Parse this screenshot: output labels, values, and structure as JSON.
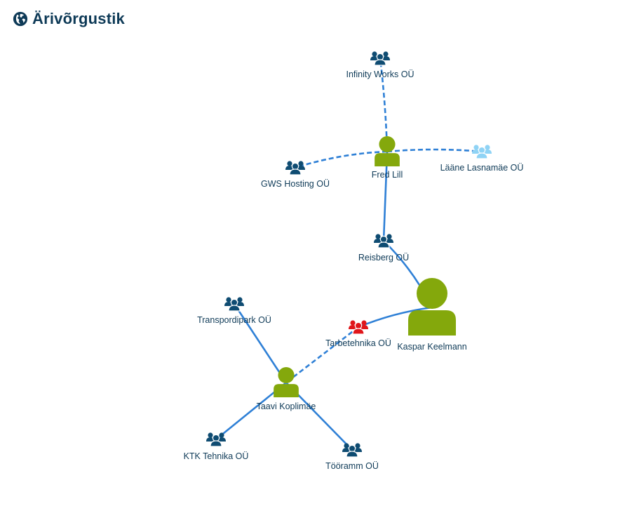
{
  "header": {
    "title": "Ärivõrgustik",
    "icon": "globe-icon"
  },
  "colors": {
    "person": "#84a80c",
    "company": "#0f4c72",
    "company_inactive": "#8fd3f5",
    "company_alert": "#e0161b",
    "edge": "#2f80d6",
    "label": "#0e3a57"
  },
  "nodes": [
    {
      "id": "infinity",
      "label": "Infinity Works OÜ",
      "kind": "company",
      "icon": "group-icon"
    },
    {
      "id": "fred",
      "label": "Fred Lill",
      "kind": "person",
      "icon": "person-icon"
    },
    {
      "id": "gws",
      "label": "GWS Hosting OÜ",
      "kind": "company",
      "icon": "group-icon"
    },
    {
      "id": "laane",
      "label": "Lääne Lasnamäe OÜ",
      "kind": "company_inactive",
      "icon": "group-icon"
    },
    {
      "id": "reisberg",
      "label": "Reisberg OÜ",
      "kind": "company",
      "icon": "group-icon"
    },
    {
      "id": "kaspar",
      "label": "Kaspar Keelmann",
      "kind": "person",
      "icon": "person-icon",
      "focus": true
    },
    {
      "id": "tarbe",
      "label": "Tarbetehnika OÜ",
      "kind": "company_alert",
      "icon": "group-icon"
    },
    {
      "id": "transpordi",
      "label": "Transpordipark OÜ",
      "kind": "company",
      "icon": "group-icon"
    },
    {
      "id": "taavi",
      "label": "Taavi Koplimäe",
      "kind": "person",
      "icon": "person-icon"
    },
    {
      "id": "ktk",
      "label": "KTK Tehnika OÜ",
      "kind": "company",
      "icon": "group-icon"
    },
    {
      "id": "tooramm",
      "label": "Tööramm OÜ",
      "kind": "company",
      "icon": "group-icon"
    }
  ],
  "edges": [
    {
      "from": "fred",
      "to": "infinity",
      "style": "dashed"
    },
    {
      "from": "fred",
      "to": "gws",
      "style": "dashed"
    },
    {
      "from": "fred",
      "to": "laane",
      "style": "dashed"
    },
    {
      "from": "fred",
      "to": "reisberg",
      "style": "solid"
    },
    {
      "from": "reisberg",
      "to": "kaspar",
      "style": "solid"
    },
    {
      "from": "kaspar",
      "to": "tarbe",
      "style": "solid"
    },
    {
      "from": "tarbe",
      "to": "taavi",
      "style": "dashed"
    },
    {
      "from": "transpordi",
      "to": "taavi",
      "style": "solid"
    },
    {
      "from": "taavi",
      "to": "ktk",
      "style": "solid"
    },
    {
      "from": "taavi",
      "to": "tooramm",
      "style": "solid"
    }
  ]
}
